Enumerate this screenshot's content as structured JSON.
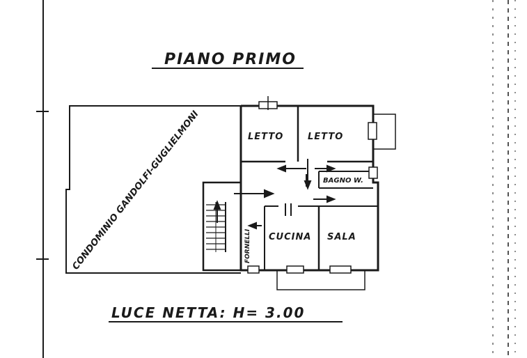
{
  "title": "PIANO PRIMO",
  "footer": "LUCE NETTA: H= 3.00",
  "rooms": {
    "letto_1": "LETTO",
    "letto_2": "LETTO",
    "bagno": "BAGNO W.",
    "cucina": "CUCINA",
    "sala": "SALA",
    "fornelli": "FORNELLI"
  },
  "neighbor": "CONDOMINIO GANDOLFI-GUGLIELMONI",
  "colors": {
    "ink": "#1a1a1a",
    "paper": "#ffffff"
  }
}
